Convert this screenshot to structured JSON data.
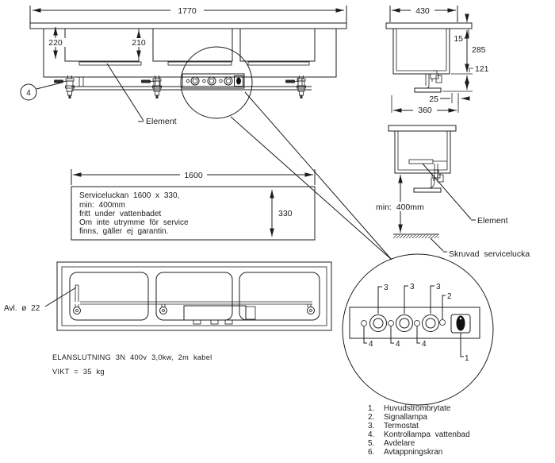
{
  "front_view": {
    "dim_width": "1770",
    "dim_depth_outer": "220",
    "dim_depth_inner": "210",
    "balloon_number": "4",
    "element_label": "Element"
  },
  "side_view": {
    "dim_width": "430",
    "dim_flange": "15",
    "dim_height": "285",
    "dim_bracket": "121",
    "dim_offset": "25",
    "dim_base": "360"
  },
  "clearance_view": {
    "min_clearance": "min: 400mm",
    "element_label": "Element",
    "hatch_label": "Skruvad servicelucka"
  },
  "service_note": {
    "dim_width": "1600",
    "dim_height": "330",
    "line1": "Serviceluckan 1600 x 330,",
    "line2": "min: 400mm",
    "line3": "fritt under vattenbadet",
    "line4": "Om inte utrymme för service",
    "line5": "finns, gäller ej garantin."
  },
  "plan_view": {
    "drain_label": "Avl. ø 22"
  },
  "notes": {
    "power": "ELANSLUTNING 3N 400v   3,0kw, 2m kabel",
    "weight": "VIKT = 35 kg"
  },
  "detail_view": {
    "callout_1": "1",
    "callout_2": "2",
    "callout_3": "3",
    "callout_4": "4"
  },
  "legend": {
    "items": [
      {
        "num": "1.",
        "label": "Huvudströmbrytate"
      },
      {
        "num": "2.",
        "label": "Signallampa"
      },
      {
        "num": "3.",
        "label": "Termostat"
      },
      {
        "num": "4.",
        "label": "Kontrollampa vattenbad"
      },
      {
        "num": "5.",
        "label": "Avdelare"
      },
      {
        "num": "6.",
        "label": "Avtappningskran"
      }
    ]
  },
  "colors": {
    "line": "#1c1c1c",
    "background": "#ffffff"
  }
}
